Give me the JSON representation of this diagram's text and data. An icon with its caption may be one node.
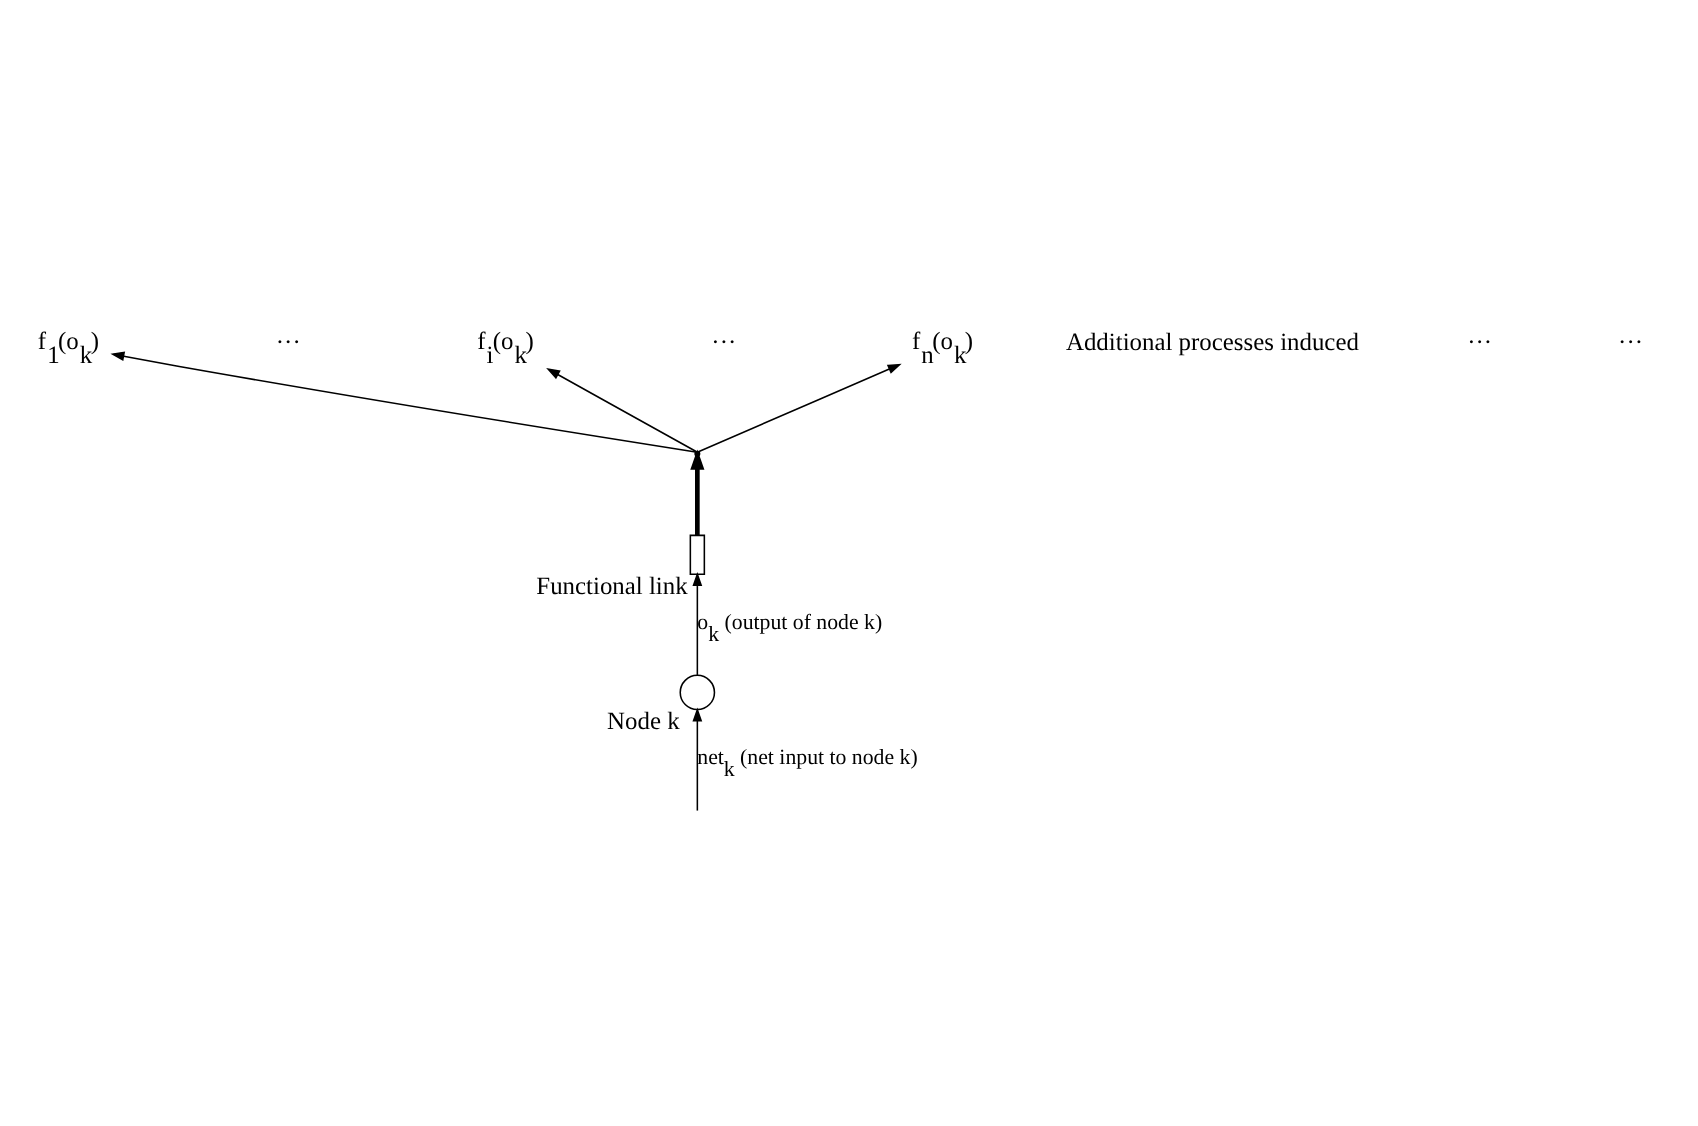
{
  "diagram": {
    "nodes": [
      {
        "text": [],
        "shape": "circle",
        "beside": [
          "Node k"
        ]
      },
      {
        "text": [],
        "shape": "box",
        "beside": [
          "Functional link"
        ]
      },
      {
        "text": [],
        "shape": "point"
      },
      {
        "text": [
          "f$_{1}$(o$_{k}$)"
        ]
      },
      {
        "text": [
          "f$_{i}$(o$_{k}$)"
        ]
      },
      {
        "text": [
          "f$_{n}$(o$_{k}$)"
        ]
      }
    ],
    "edges": [
      {
        "from": null,
        "to": 0,
        "arrow": "to",
        "label": "net$_{k}$  (net input to node k)"
      },
      {
        "from": 0,
        "to": 1,
        "arrow": "to",
        "label": "o$_{k}$  (output of node k)"
      },
      {
        "from": 1,
        "to": 2,
        "arrow": "to",
        "style": "thick"
      },
      {
        "from": 2,
        "to": 3,
        "arrow": "to"
      },
      {
        "from": 2,
        "to": 4,
        "arrow": "to"
      },
      {
        "from": 2,
        "to": 5,
        "arrow": "to"
      }
    ],
    "labels": [
      "···",
      "···",
      "···",
      "···",
      "Additional processes induced"
    ]
  }
}
